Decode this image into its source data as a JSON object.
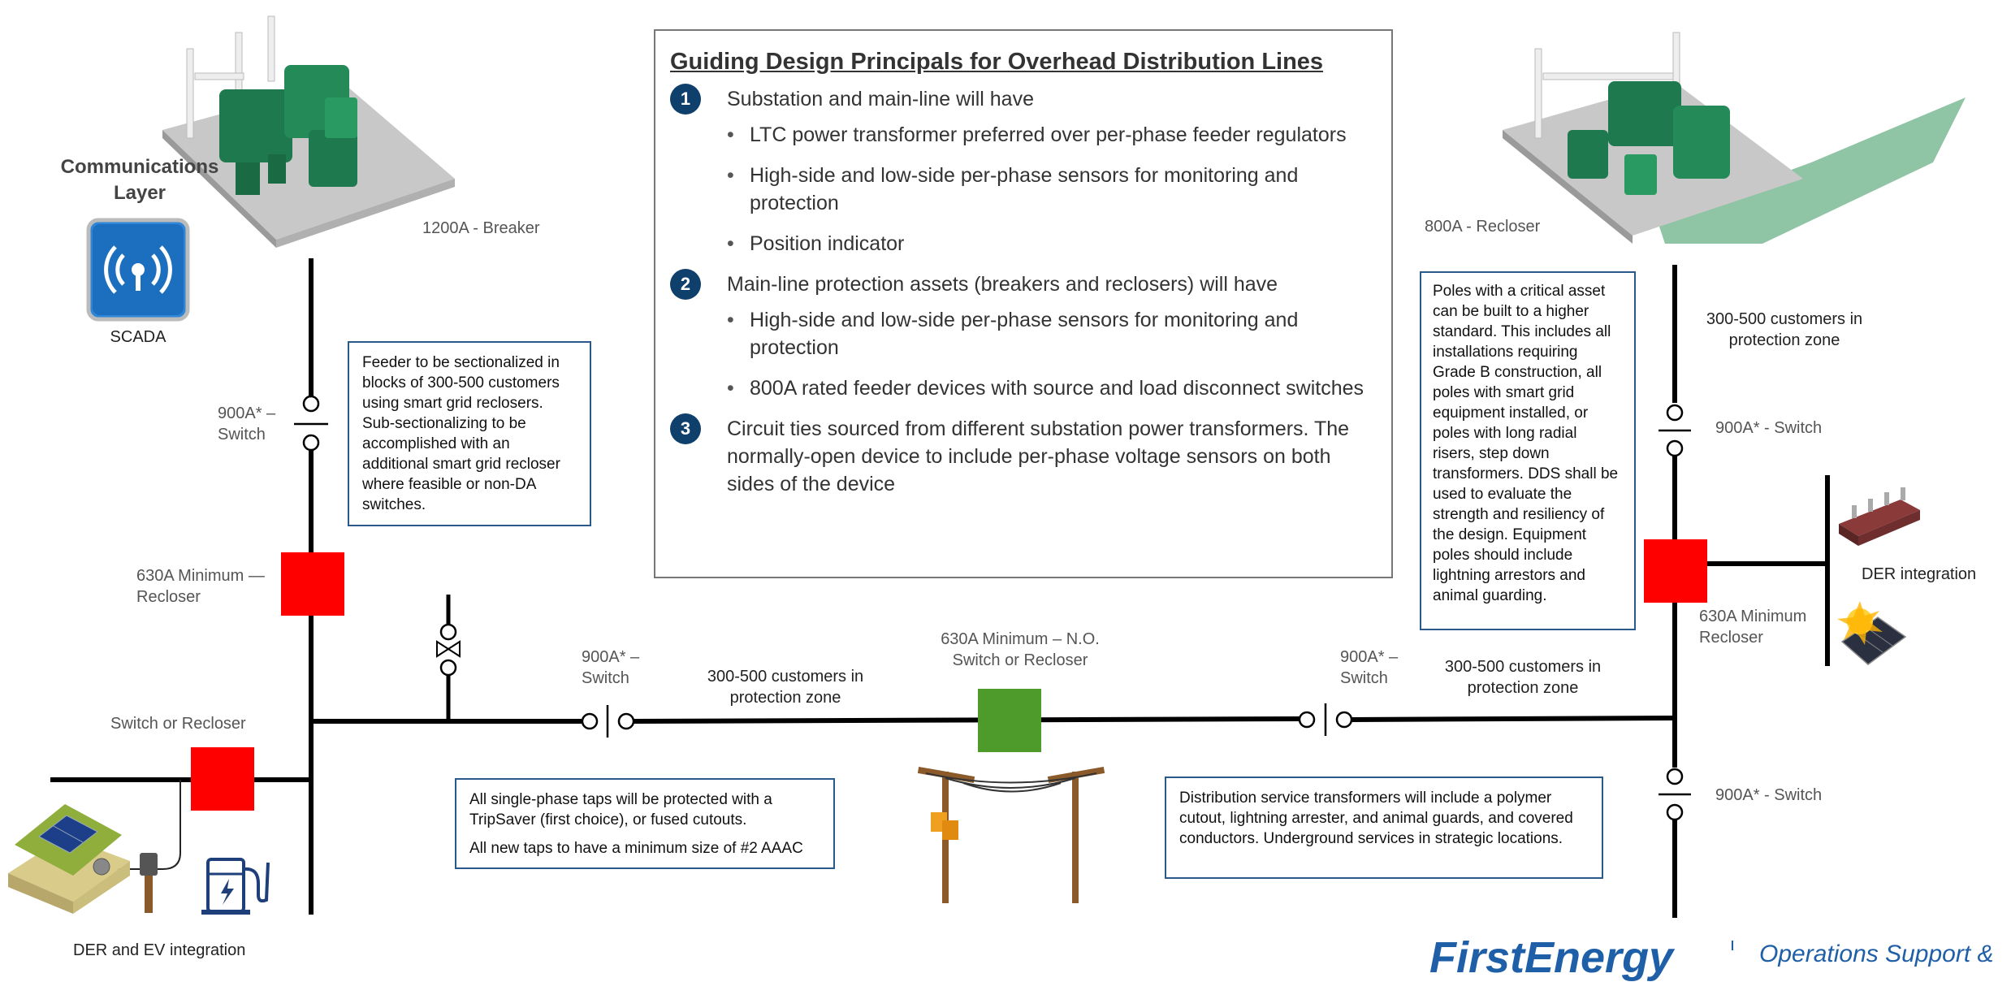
{
  "title": "Guiding Design Principals for Overhead Distribution Lines",
  "principles": [
    {
      "num": "1",
      "text": "Substation and main-line will have",
      "bullets": [
        "LTC power transformer preferred over per-phase feeder regulators",
        "High-side and low-side per-phase sensors for monitoring and protection",
        "Position indicator"
      ]
    },
    {
      "num": "2",
      "text": "Main-line protection assets (breakers and reclosers) will have",
      "bullets": [
        "High-side and low-side per-phase sensors for monitoring and protection",
        "800A rated feeder devices with source and load disconnect switches"
      ]
    },
    {
      "num": "3",
      "text": "Circuit ties sourced from different substation power transformers. The normally-open device to include per-phase voltage sensors on both sides of the device",
      "bullets": []
    }
  ],
  "communications": {
    "title_line1": "Communications",
    "title_line2": "Layer",
    "scada": "SCADA"
  },
  "labels": {
    "breaker_1200": "1200A - Breaker",
    "recloser_800": "800A - Recloser",
    "switch_left_1": "900A* –",
    "switch_left_2": "Switch",
    "recloser_630_1": "630A  Minimum —",
    "recloser_630_2": "Recloser",
    "switch_or_recloser": "Switch or Recloser",
    "mid_switch_left_1": "900A* –",
    "mid_switch_left_2": "Switch",
    "customers_mid_1": "300-500 customers in",
    "customers_mid_2": "protection zone",
    "no_device_1": "630A Minimum – N.O.",
    "no_device_2": "Switch or Recloser",
    "mid_switch_right_1": "900A* –",
    "mid_switch_right_2": "Switch",
    "customers_right_low_1": "300-500 customers in",
    "customers_right_low_2": "protection zone",
    "customers_right_top_1": "300-500 customers in",
    "customers_right_top_2": "protection zone",
    "switch_right_top": "900A* - Switch",
    "switch_right_bottom": "900A* - Switch",
    "recloser_630_right_1": "630A Minimum",
    "recloser_630_right_2": "Recloser",
    "der_integration": "DER integration",
    "der_ev_integration": "DER and EV integration"
  },
  "notes": {
    "feeder": "Feeder to be sectionalized in blocks of 300-500 customers using smart grid reclosers. Sub-sectionalizing to be accomplished with an additional smart grid recloser where feasible or non-DA switches.",
    "poles": "Poles with a critical asset can be built to a higher standard. This includes all installations requiring Grade B construction, all poles with smart grid equipment installed, or poles with long radial risers, step down transformers. DDS shall be used to evaluate the strength and resiliency of the design.  Equipment poles should include lightning arrestors and animal guarding.",
    "taps_1": "All single-phase taps will be protected with a TripSaver (first choice), or fused cutouts.",
    "taps_2": "All new taps to have a minimum size of #2 AAAC",
    "service": "Distribution service transformers will include a polymer cutout, lightning arrester, and animal guards, and covered conductors. Underground services in strategic locations."
  },
  "branding": {
    "logo": "FirstEnergy",
    "tagline": "Operations Support &"
  },
  "colors": {
    "recloser": "#ff0000",
    "normally_open": "#4e9a2a",
    "line": "#000000",
    "box_border": "#2a5a8c",
    "substation_green": "#1e7a4e",
    "brand_blue": "#1f5fa8"
  },
  "icons": [
    "substation-icon",
    "scada-antenna-icon",
    "der-battery-icon",
    "solar-panel-icon",
    "house-solar-icon",
    "ev-charger-icon",
    "utility-pole-icon"
  ]
}
